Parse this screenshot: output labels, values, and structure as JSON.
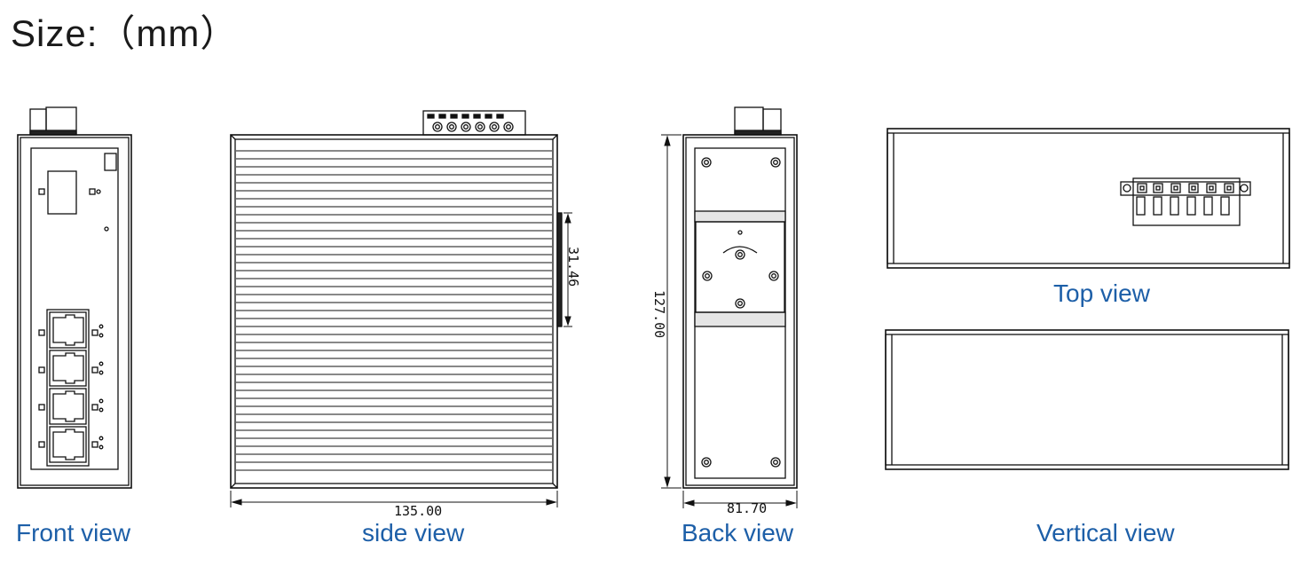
{
  "title": "Size:（mm）",
  "views": {
    "front": "Front view",
    "side": "side view",
    "back": "Back view",
    "top": "Top view",
    "vertical": "Vertical view"
  },
  "dimensions": {
    "side_width": "135.00",
    "side_rail": "31.46",
    "back_height": "127.00",
    "back_width": "81.70"
  }
}
